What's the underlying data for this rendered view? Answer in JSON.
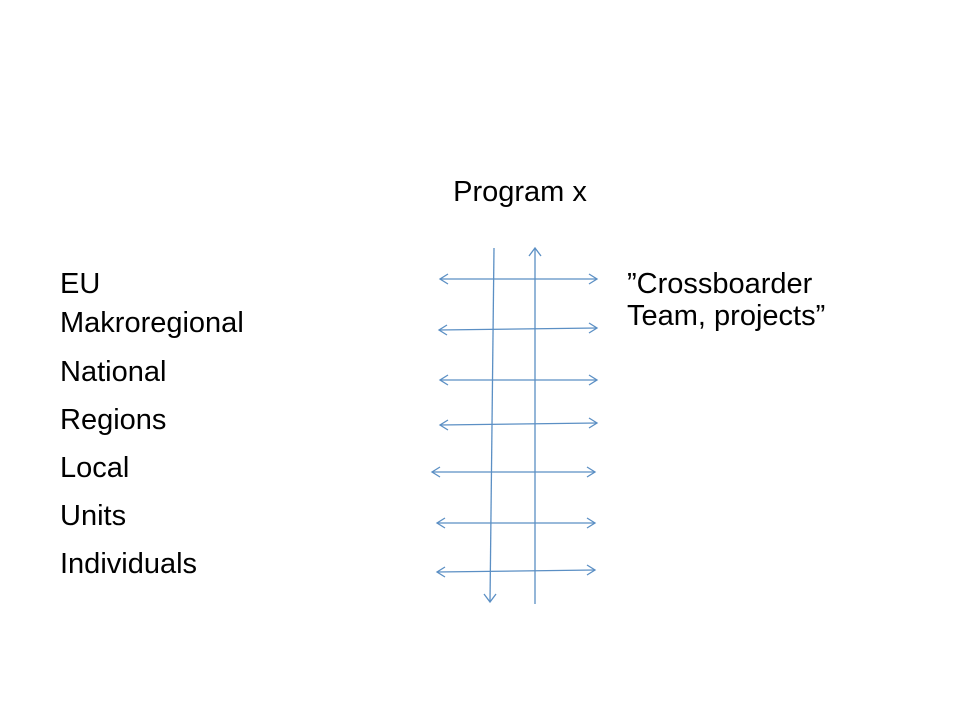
{
  "title": "Program x",
  "levels": [
    "EU",
    "Makroregional",
    "National",
    "Regions",
    "Local",
    "Units",
    "Individuals"
  ],
  "right_label": {
    "line1": "”Crossboarder",
    "line2": "Team, projects”"
  },
  "colors": {
    "arrow": "#5b8fc4",
    "text": "#000000"
  }
}
